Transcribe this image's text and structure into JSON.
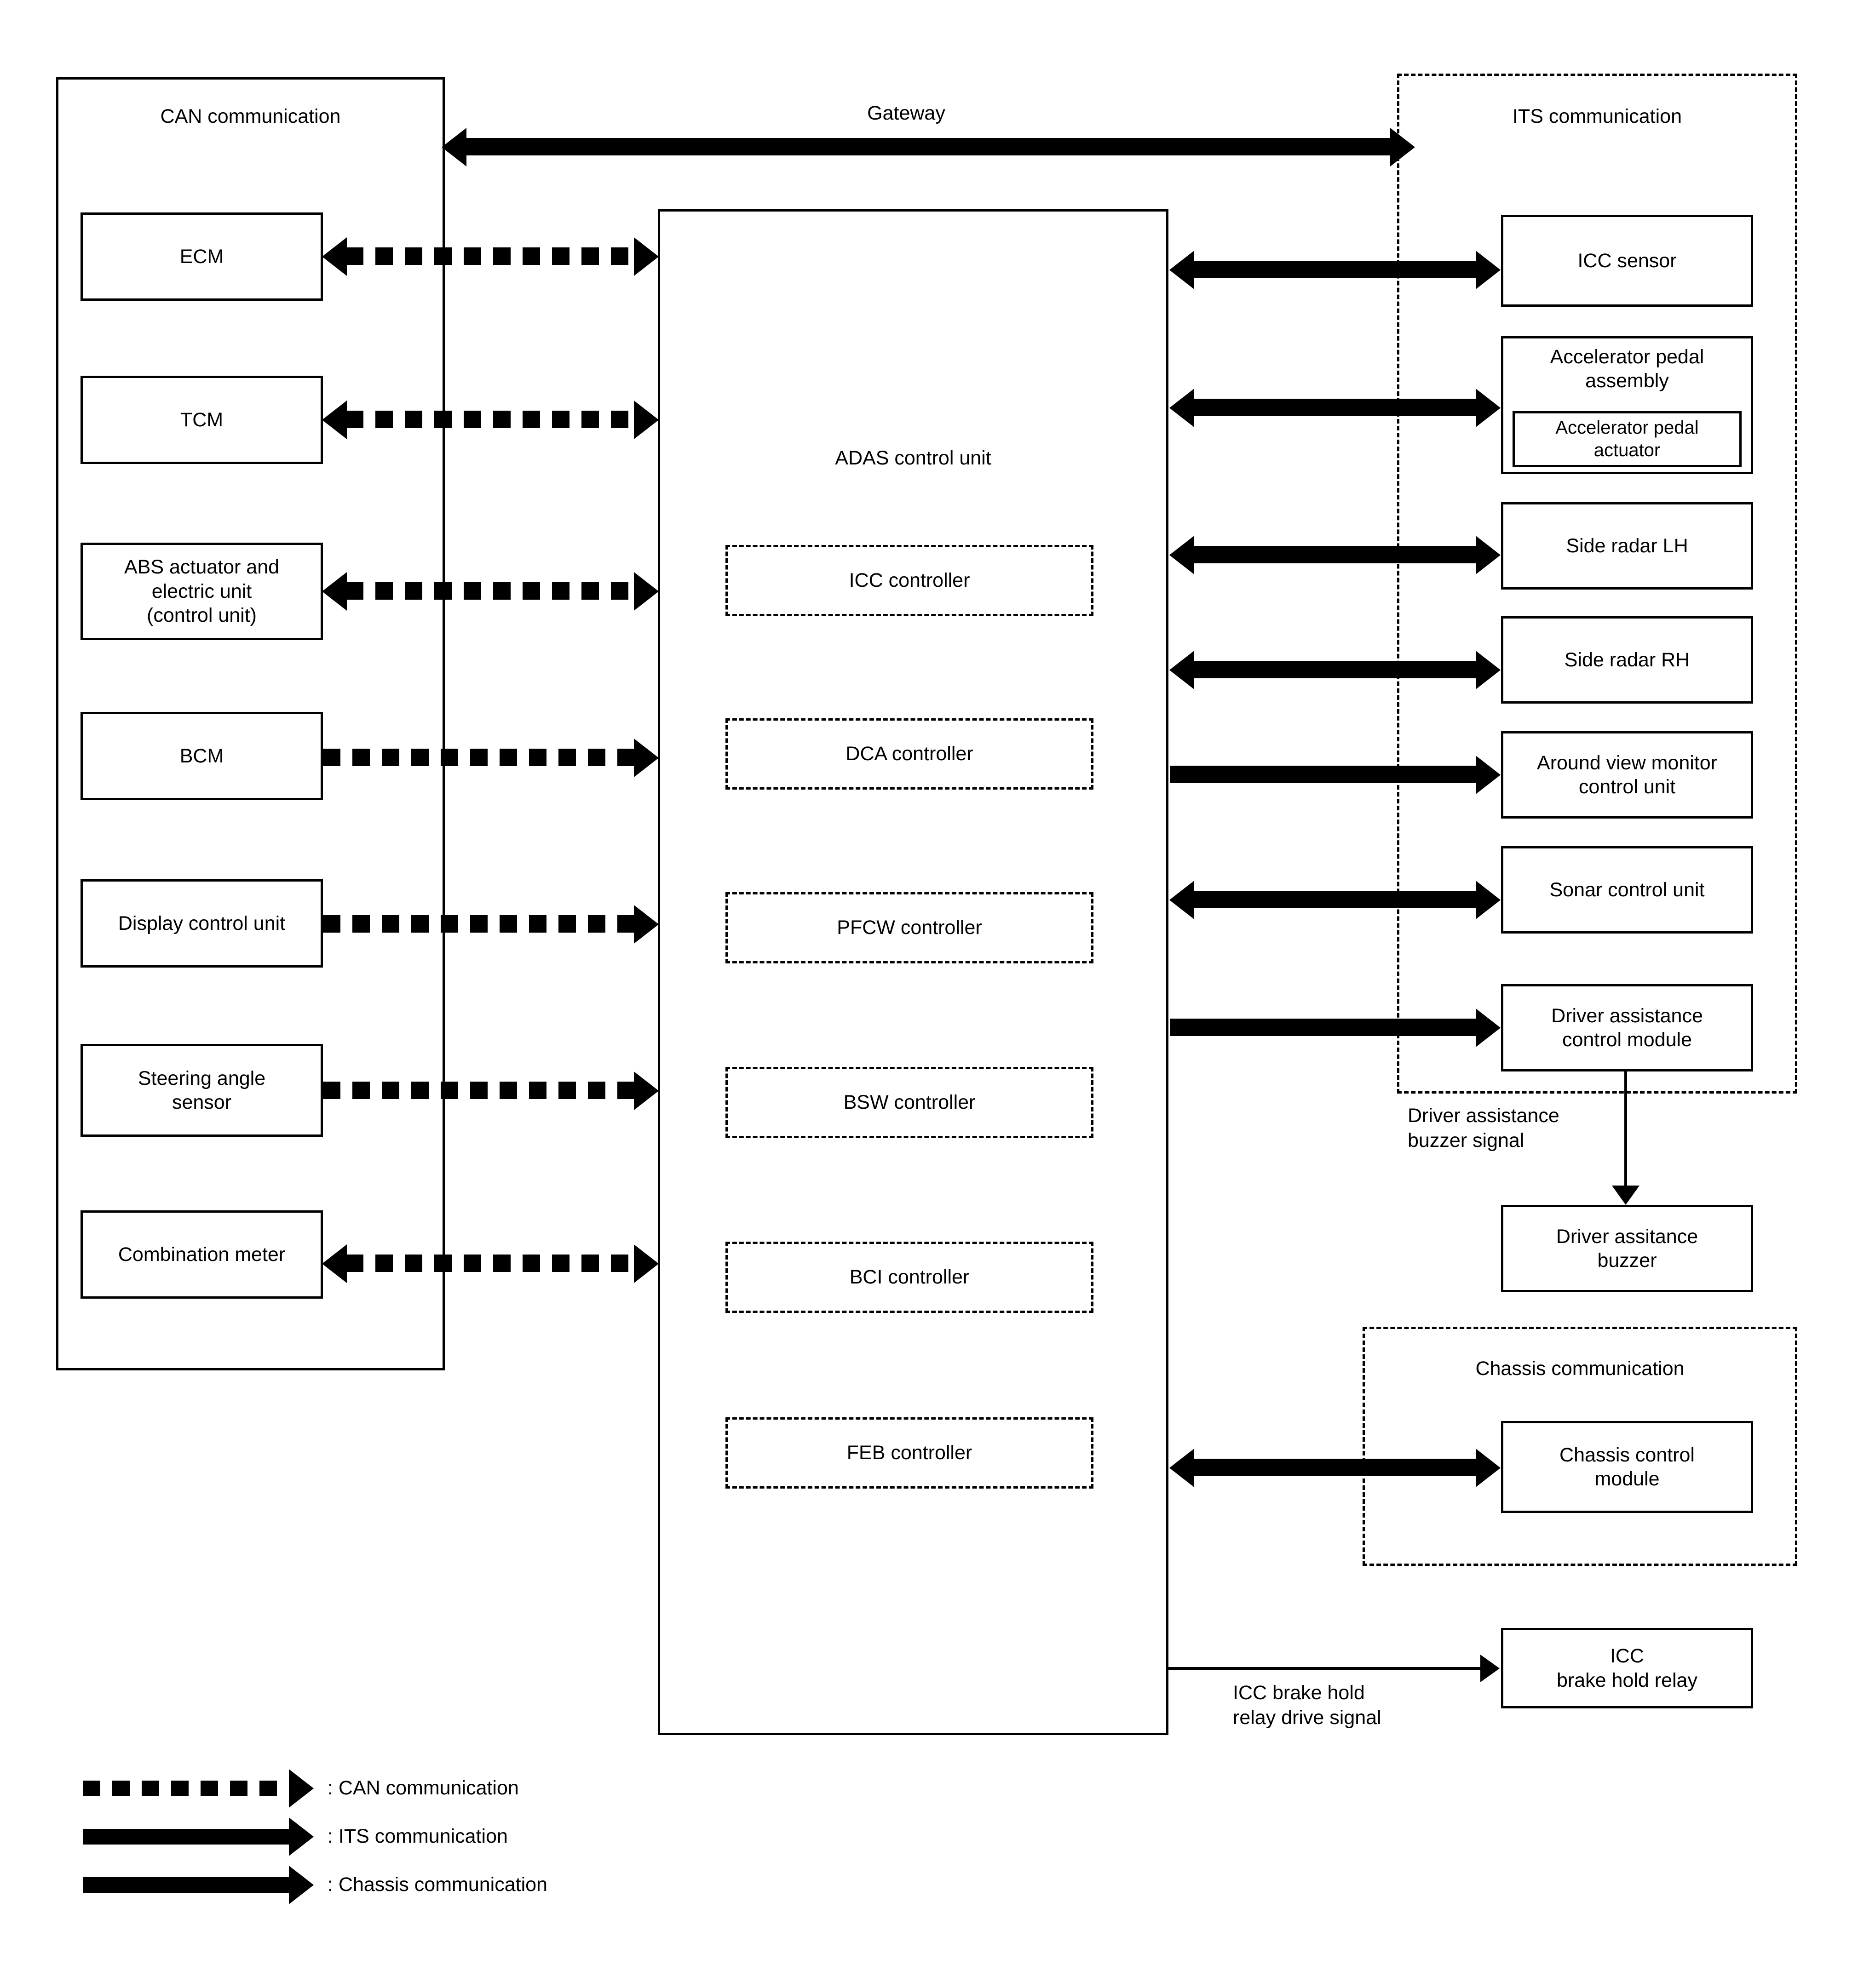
{
  "diagram": {
    "title_gateway": "Gateway",
    "panels": {
      "can": "CAN communication",
      "its": "ITS communication",
      "chassis": "Chassis communication"
    },
    "center": {
      "adas_label": "ADAS control unit",
      "controllers": [
        "ICC  controller",
        "DCA controller",
        "PFCW controller",
        "BSW  controller",
        "BCI controller",
        "FEB controller"
      ]
    },
    "can_nodes": [
      "ECM",
      "TCM",
      "ABS actuator and\nelectric unit\n(control unit)",
      "BCM",
      "Display control unit",
      "Steering angle\nsensor",
      "Combination meter"
    ],
    "its_nodes": [
      "ICC sensor",
      "Accelerator pedal\nassembly",
      "Accelerator pedal\nactuator",
      "Side radar LH",
      "Side radar RH",
      "Around view monitor\ncontrol unit",
      "Sonar control unit",
      "Driver assistance\ncontrol module"
    ],
    "outside_nodes": {
      "buzzer": "Driver assitance\nbuzzer",
      "chassis_module": "Chassis control\nmodule",
      "icc_relay": "ICC\nbrake hold relay"
    },
    "signal_labels": {
      "buzzer_signal": "Driver assistance\nbuzzer signal",
      "icc_relay_signal": "ICC brake hold\nrelay drive signal"
    },
    "legend": [
      {
        "icon": "can-arrow-icon",
        "label": ": CAN communication"
      },
      {
        "icon": "its-arrow-icon",
        "label": ": ITS communication"
      },
      {
        "icon": "chassis-arrow-icon",
        "label": ": Chassis communication"
      }
    ],
    "colors": {
      "ink": "#000000",
      "paper": "#ffffff"
    }
  }
}
